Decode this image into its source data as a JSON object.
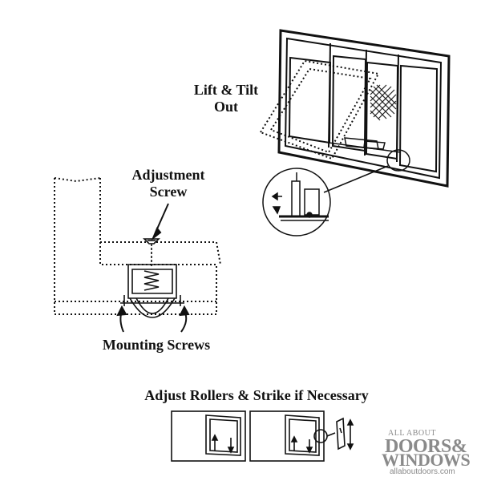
{
  "labels": {
    "lift_tilt_line1": "Lift & Tilt",
    "lift_tilt_line2": "Out",
    "adjustment_line1": "Adjustment",
    "adjustment_line2": "Screw",
    "mounting_screws": "Mounting Screws",
    "adjust_rollers": "Adjust Rollers & Strike if Necessary"
  },
  "logo": {
    "line1": "ALL ABOUT",
    "line2": "DOORS&",
    "line3": "WINDOWS",
    "url": "allaboutdoors.com"
  },
  "colors": {
    "ink": "#111111",
    "logo_gray": "#8a8a8a"
  }
}
